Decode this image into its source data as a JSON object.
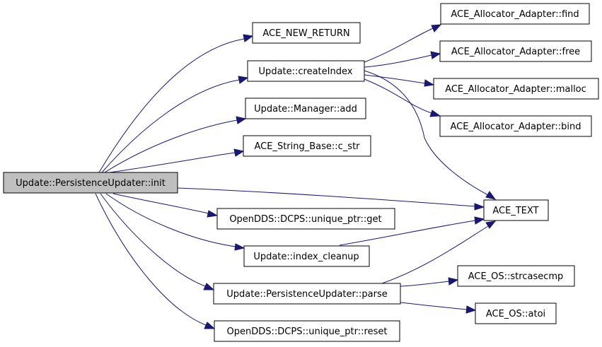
{
  "diagram": {
    "colors": {
      "edge": "#191970",
      "root_fill": "#bfbfbf",
      "node_fill": "#ffffff",
      "border": "#000000"
    },
    "nodes": {
      "root": "Update::PersistenceUpdater::init",
      "new_return": "ACE_NEW_RETURN",
      "create_index": "Update::createIndex",
      "manager_add": "Update::Manager::add",
      "c_str": "ACE_String_Base::c_str",
      "up_get": "OpenDDS::DCPS::unique_ptr::get",
      "index_cleanup": "Update::index_cleanup",
      "parse": "Update::PersistenceUpdater::parse",
      "up_reset": "OpenDDS::DCPS::unique_ptr::reset",
      "alloc_find": "ACE_Allocator_Adapter::find",
      "alloc_free": "ACE_Allocator_Adapter::free",
      "alloc_malloc": "ACE_Allocator_Adapter::malloc",
      "alloc_bind": "ACE_Allocator_Adapter::bind",
      "ace_text": "ACE_TEXT",
      "strcasecmp": "ACE_OS::strcasecmp",
      "atoi": "ACE_OS::atoi"
    }
  }
}
